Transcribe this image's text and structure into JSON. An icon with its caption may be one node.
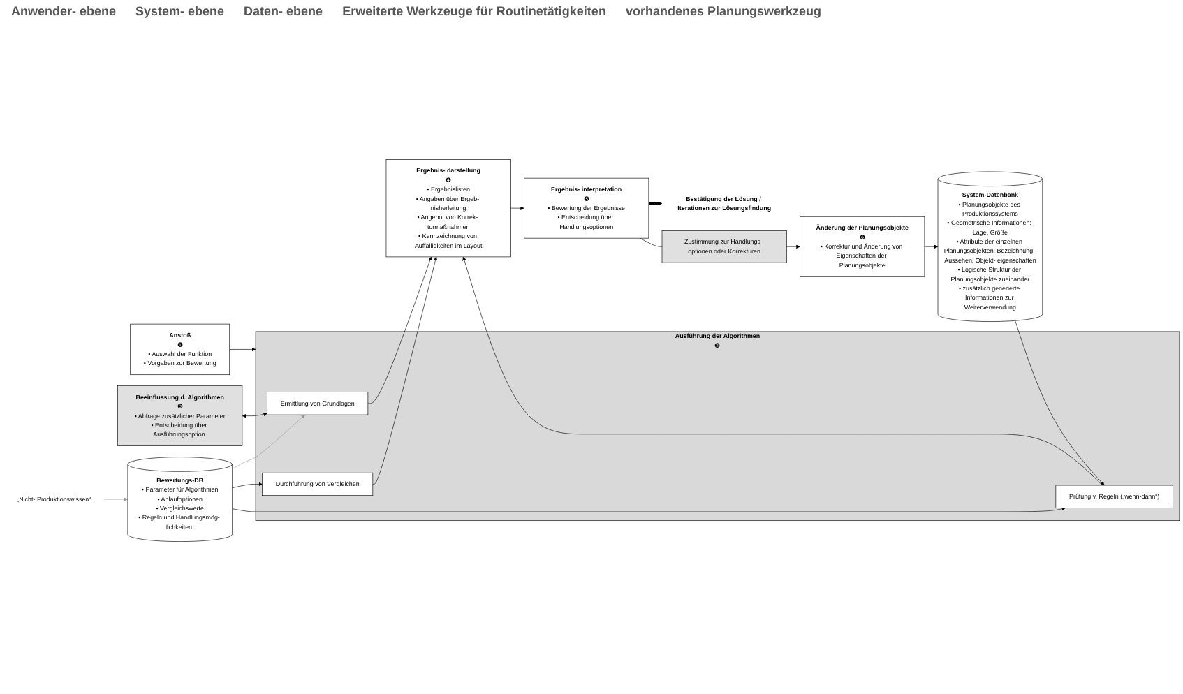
{
  "diagram": {
    "nodes": [
      {
        "text": [
          "Anstoß",
          "❶",
          "• Auswahl der Funktion",
          "• Vorgaben zur Bewertung"
        ]
      },
      {
        "text": [
          "Beeinflussung d. Algorithmen",
          "❸",
          "• Abfrage zusätzlicher Parameter",
          "• Entscheidung über Ausführungsoption."
        ]
      },
      {
        "text": [
          "Ergebnis- interpretation",
          "❺",
          "• Bewertung der Ergebnisse",
          "• Entscheidung über Handlungsoptionen"
        ]
      },
      {
        "text": [
          "Zustimmung zur Handlungs- optionen oder Korrekturen"
        ]
      },
      {
        "text": [
          "Ausführung der Algorithmen",
          "❷"
        ]
      },
      {
        "text": [
          "Ermittlung von Grundlagen"
        ],
        "in": 4
      },
      {
        "text": [
          "Durchführung von Vergleichen"
        ],
        "in": 4
      },
      {
        "text": [
          "Prüfung v. Regeln („wenn-dann“)"
        ],
        "in": 4
      },
      {
        "text": [
          "Ergebnis- darstellung",
          "❹",
          "• Ergebnislisten",
          "• Angaben über Ergeb- nisherleitung",
          "• Angebot von Korrek- turmaßnahmen",
          "• Kennzeichnung von Auffälligkeiten im Layout"
        ]
      },
      {
        "text": [
          "Änderung der Planungsobjekte",
          "❻",
          "• Korrektur und Änderung von Eigenschaften der Planungsobjekte"
        ]
      },
      {
        "text": [
          "Bewertungs-DB",
          "• Parameter für Algorithmen",
          "• Ablaufoptionen",
          "• Vergleichswerte",
          "• Regeln und Handlungsmög- lichkeiten."
        ]
      },
      {
        "text": [
          "System-Datenbank",
          "• Planungsobjekte des Produktionssystems",
          "• Geometrische Informationen: Lage, Größe",
          "• Attribute der einzelnen Planungsobjekten: Bezeichnung, Aussehen, Objekt- eigenschaften",
          "• Logische Struktur der Planungsobjekte zueinander",
          "• zusätzlich generierte Informationen zur Weiterverwendung"
        ]
      },
      {
        "text": [
          "„Nicht- Produktionswissen“"
        ]
      },
      {
        "text": [
          "Bestätigung der Lösung / Iterationen zur Lösungsfindung"
        ]
      }
    ],
    "edges": [
      {
        "from": 0,
        "to": 4,
        "arrow": "to"
      },
      {
        "from": 1,
        "to": 5,
        "arrow": "both"
      },
      {
        "from": 5,
        "to": 8,
        "arrow": "to"
      },
      {
        "from": 6,
        "to": 8,
        "arrow": "to"
      },
      {
        "from": 7,
        "to": 8,
        "arrow": "to"
      },
      {
        "from": 8,
        "to": 2,
        "arrow": "to"
      },
      {
        "from": 2,
        "to": 13,
        "arrow": "to",
        "style": "thick"
      },
      {
        "from": 2,
        "to": 3,
        "arrow": "none"
      },
      {
        "from": 3,
        "to": 9,
        "arrow": "to"
      },
      {
        "from": 9,
        "to": 11,
        "arrow": "to"
      },
      {
        "from": 11,
        "to": 7,
        "arrow": "to"
      },
      {
        "from": 10,
        "to": 5,
        "arrow": "to",
        "color": "#999999"
      },
      {
        "from": 10,
        "to": 6,
        "arrow": "to"
      },
      {
        "from": 10,
        "to": 7,
        "arrow": "to"
      },
      {
        "from": 12,
        "to": 10,
        "arrow": "to",
        "color": "#999999"
      }
    ],
    "labels": [
      "Anwender- ebene",
      "System- ebene",
      "Daten- ebene",
      "Erweiterte Werkzeuge für Routinetätigkeiten",
      "vorhandenes Planungswerkzeug"
    ]
  }
}
